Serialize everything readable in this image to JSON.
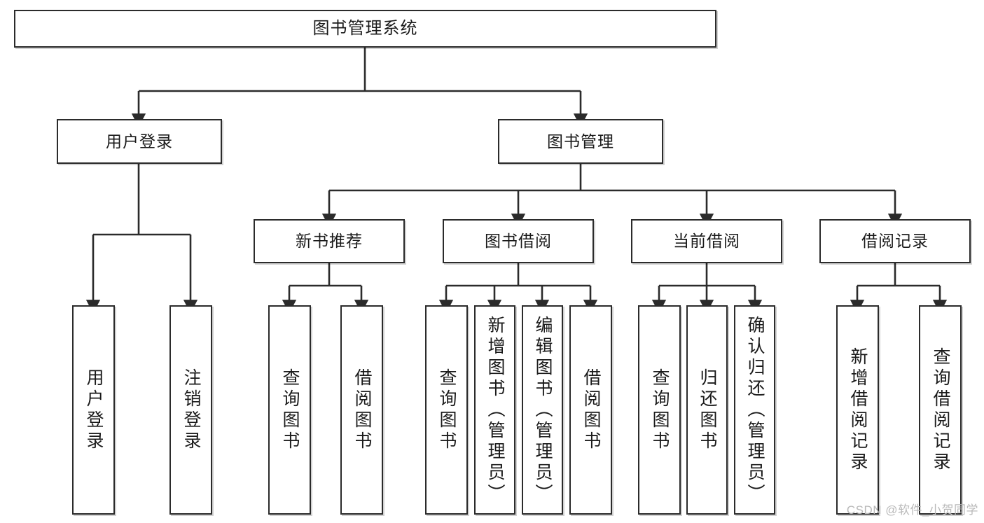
{
  "diagram": {
    "title": "图书管理系统",
    "watermark": "CSDN @软件_小贺同学",
    "colors": {
      "stroke": "#2b2b2b",
      "fill": "#ffffff",
      "text": "#1a1a1a",
      "watermark": "#b9b9b9"
    },
    "nodes": {
      "root": {
        "label": "图书管理系统"
      },
      "level2": [
        {
          "id": "user-login",
          "label": "用户登录"
        },
        {
          "id": "book-management",
          "label": "图书管理"
        }
      ],
      "level3": [
        {
          "id": "new-book-recommend",
          "label": "新书推荐"
        },
        {
          "id": "book-borrow",
          "label": "图书借阅"
        },
        {
          "id": "current-borrow",
          "label": "当前借阅"
        },
        {
          "id": "borrow-record",
          "label": "借阅记录"
        }
      ],
      "leaves": {
        "user_login": [
          {
            "id": "leaf-user-login",
            "label": "用户登录"
          },
          {
            "id": "leaf-logout-login",
            "label": "注销登录"
          }
        ],
        "new_book_recommend": [
          {
            "id": "leaf-query-book-1",
            "label": "查询图书"
          },
          {
            "id": "leaf-borrow-book-1",
            "label": "借阅图书"
          }
        ],
        "book_borrow": [
          {
            "id": "leaf-query-book-2",
            "label": "查询图书"
          },
          {
            "id": "leaf-add-book-admin",
            "label": "新增图书（管理员）"
          },
          {
            "id": "leaf-edit-book-admin",
            "label": "编辑图书（管理员）"
          },
          {
            "id": "leaf-borrow-book-2",
            "label": "借阅图书"
          }
        ],
        "current_borrow": [
          {
            "id": "leaf-query-book-3",
            "label": "查询图书"
          },
          {
            "id": "leaf-return-book",
            "label": "归还图书"
          },
          {
            "id": "leaf-confirm-return-admin",
            "label": "确认归还（管理员）"
          }
        ],
        "borrow_record": [
          {
            "id": "leaf-add-borrow-record",
            "label": "新增借阅记录"
          },
          {
            "id": "leaf-query-borrow-record",
            "label": "查询借阅记录"
          }
        ]
      }
    }
  }
}
